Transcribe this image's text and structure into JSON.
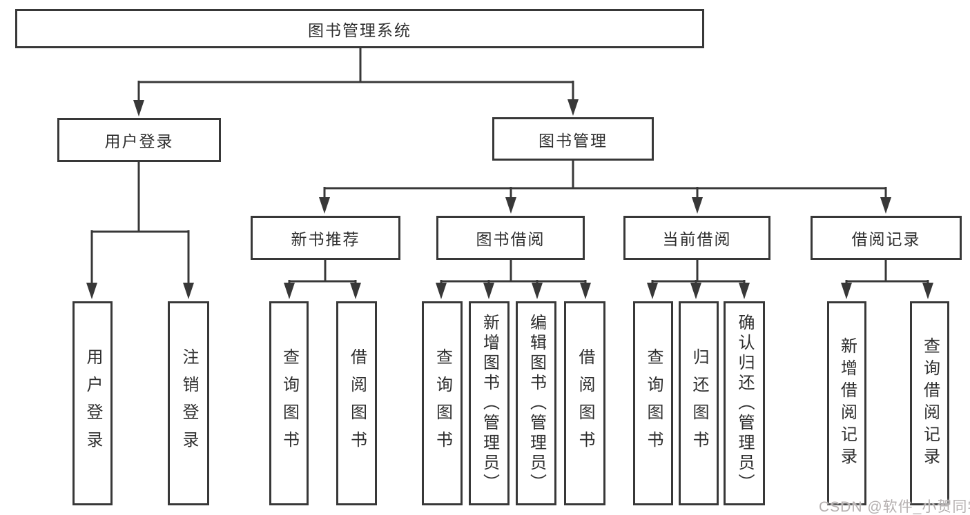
{
  "colors": {
    "background": "#ffffff",
    "line": "#383838",
    "box_border": "#383838",
    "text": "#2e2e2e",
    "watermark": "#b5b0b0"
  },
  "tree": {
    "root": {
      "label": "图书管理系统",
      "children": [
        {
          "label": "用户登录",
          "children": [
            {
              "label": "用户登录"
            },
            {
              "label": "注销登录"
            }
          ]
        },
        {
          "label": "图书管理",
          "children": [
            {
              "label": "新书推荐",
              "children": [
                {
                  "label": "查询图书"
                },
                {
                  "label": "借阅图书"
                }
              ]
            },
            {
              "label": "图书借阅",
              "children": [
                {
                  "label": "查询图书"
                },
                {
                  "label": "新增图书（管理员）"
                },
                {
                  "label": "编辑图书（管理员）"
                },
                {
                  "label": "借阅图书"
                }
              ]
            },
            {
              "label": "当前借阅",
              "children": [
                {
                  "label": "查询图书"
                },
                {
                  "label": "归还图书"
                },
                {
                  "label": "确认归还（管理员）"
                }
              ]
            },
            {
              "label": "借阅记录",
              "children": [
                {
                  "label": "新增借阅记录"
                },
                {
                  "label": "查询借阅记录"
                }
              ]
            }
          ]
        }
      ]
    }
  },
  "watermark": {
    "text": "CSDN @软件_小贺同学"
  }
}
